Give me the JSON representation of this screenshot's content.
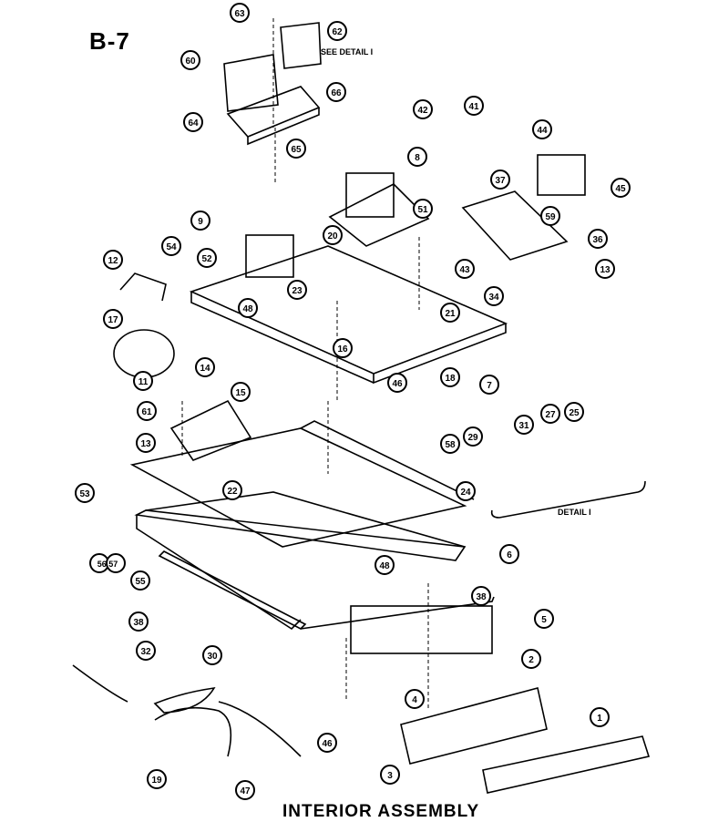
{
  "diagram": {
    "page_code": "B-7",
    "title": "INTERIOR ASSEMBLY",
    "see_detail_note": "SEE DETAIL I",
    "detail_label": "DETAIL I",
    "callouts": [
      {
        "id": "c63",
        "label": "63"
      },
      {
        "id": "c62",
        "label": "62"
      },
      {
        "id": "c60",
        "label": "60"
      },
      {
        "id": "c66",
        "label": "66"
      },
      {
        "id": "c64",
        "label": "64"
      },
      {
        "id": "c65",
        "label": "65"
      },
      {
        "id": "c42",
        "label": "42"
      },
      {
        "id": "c41",
        "label": "41"
      },
      {
        "id": "c44",
        "label": "44"
      },
      {
        "id": "c8a",
        "label": "8"
      },
      {
        "id": "c37",
        "label": "37"
      },
      {
        "id": "c45",
        "label": "45"
      },
      {
        "id": "c51",
        "label": "51"
      },
      {
        "id": "c59",
        "label": "59"
      },
      {
        "id": "c9",
        "label": "9"
      },
      {
        "id": "c54",
        "label": "54"
      },
      {
        "id": "c52",
        "label": "52"
      },
      {
        "id": "c20",
        "label": "20"
      },
      {
        "id": "c36",
        "label": "36"
      },
      {
        "id": "c43",
        "label": "43"
      },
      {
        "id": "c13a",
        "label": "13"
      },
      {
        "id": "c12",
        "label": "12"
      },
      {
        "id": "c48a",
        "label": "48"
      },
      {
        "id": "c23",
        "label": "23"
      },
      {
        "id": "c34",
        "label": "34"
      },
      {
        "id": "c17",
        "label": "17"
      },
      {
        "id": "c21",
        "label": "21"
      },
      {
        "id": "c16",
        "label": "16"
      },
      {
        "id": "c11",
        "label": "11"
      },
      {
        "id": "c14",
        "label": "14"
      },
      {
        "id": "c46a",
        "label": "46"
      },
      {
        "id": "c18",
        "label": "18"
      },
      {
        "id": "c7",
        "label": "7"
      },
      {
        "id": "c61",
        "label": "61"
      },
      {
        "id": "c15",
        "label": "15"
      },
      {
        "id": "c13b",
        "label": "13"
      },
      {
        "id": "c29",
        "label": "29"
      },
      {
        "id": "c31",
        "label": "31"
      },
      {
        "id": "c27",
        "label": "27"
      },
      {
        "id": "c25",
        "label": "25"
      },
      {
        "id": "c58",
        "label": "58"
      },
      {
        "id": "c53",
        "label": "53"
      },
      {
        "id": "c22",
        "label": "22"
      },
      {
        "id": "c24",
        "label": "24"
      },
      {
        "id": "c6",
        "label": "6"
      },
      {
        "id": "c5657",
        "label": "56 57"
      },
      {
        "id": "c55",
        "label": "55"
      },
      {
        "id": "c48b",
        "label": "48"
      },
      {
        "id": "c38a",
        "label": "38"
      },
      {
        "id": "c38b",
        "label": "38"
      },
      {
        "id": "c5",
        "label": "5"
      },
      {
        "id": "c2",
        "label": "2"
      },
      {
        "id": "c32",
        "label": "32"
      },
      {
        "id": "c30",
        "label": "30"
      },
      {
        "id": "c4",
        "label": "4"
      },
      {
        "id": "c46b",
        "label": "46"
      },
      {
        "id": "c1",
        "label": "1"
      },
      {
        "id": "c19",
        "label": "19"
      },
      {
        "id": "c47",
        "label": "47"
      },
      {
        "id": "c3",
        "label": "3"
      }
    ]
  }
}
